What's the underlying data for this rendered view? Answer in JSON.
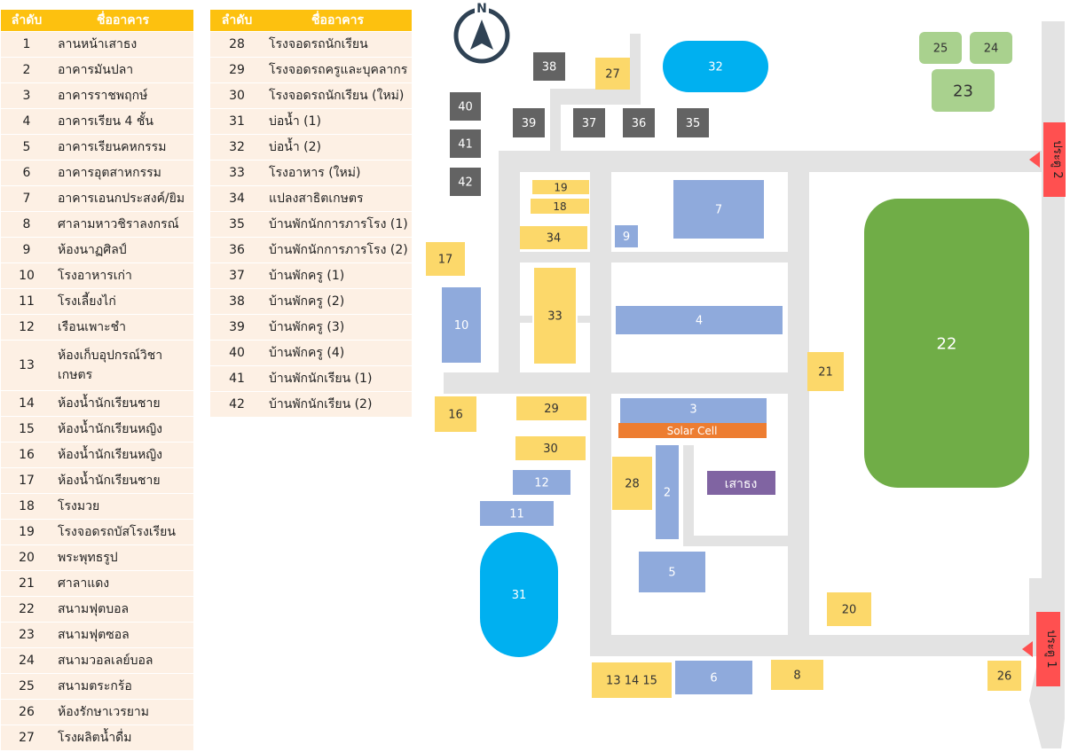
{
  "legend": {
    "headers": {
      "no": "ลำดับ",
      "name": "ชื่ออาคาร"
    },
    "rows": [
      {
        "no": "1",
        "name": "ลานหน้าเสาธง"
      },
      {
        "no": "2",
        "name": "อาคารมันปลา"
      },
      {
        "no": "3",
        "name": "อาคารราชพฤกษ์"
      },
      {
        "no": "4",
        "name": "อาคารเรียน 4 ชั้น"
      },
      {
        "no": "5",
        "name": "อาคารเรียนคหกรรม"
      },
      {
        "no": "6",
        "name": "อาคารอุตสาหกรรม"
      },
      {
        "no": "7",
        "name": "อาคารเอนกประสงค์/ยิม"
      },
      {
        "no": "8",
        "name": "ศาลามหาวชิราลงกรณ์"
      },
      {
        "no": "9",
        "name": "ห้องนาฏศิลป์"
      },
      {
        "no": "10",
        "name": "โรงอาหารเก่า"
      },
      {
        "no": "11",
        "name": "โรงเลี้ยงไก่"
      },
      {
        "no": "12",
        "name": "เรือนเพาะชำ"
      },
      {
        "no": "13",
        "name": "ห้องเก็บอุปกรณ์วิชาเกษตร"
      },
      {
        "no": "14",
        "name": "ห้องน้ำนักเรียนชาย"
      },
      {
        "no": "15",
        "name": "ห้องน้ำนักเรียนหญิง"
      },
      {
        "no": "16",
        "name": "ห้องน้ำนักเรียนหญิง"
      },
      {
        "no": "17",
        "name": "ห้องน้ำนักเรียนชาย"
      },
      {
        "no": "18",
        "name": "โรงมวย"
      },
      {
        "no": "19",
        "name": "โรงจอดรถบัสโรงเรียน"
      },
      {
        "no": "20",
        "name": "พระพุทธรูป"
      },
      {
        "no": "21",
        "name": "ศาลาแดง"
      },
      {
        "no": "22",
        "name": "สนามฟุตบอล"
      },
      {
        "no": "23",
        "name": "สนามฟุตซอล"
      },
      {
        "no": "24",
        "name": "สนามวอลเลย์บอล"
      },
      {
        "no": "25",
        "name": "สนามตระกร้อ"
      },
      {
        "no": "26",
        "name": "ห้องรักษาเวรยาม"
      },
      {
        "no": "27",
        "name": "โรงผลิตน้ำดื่ม"
      },
      {
        "no": "28",
        "name": "โรงจอดรถนักเรียน"
      },
      {
        "no": "29",
        "name": "โรงจอดรถครูและบุคลากร"
      },
      {
        "no": "30",
        "name": "โรงจอดรถนักเรียน (ใหม่)"
      },
      {
        "no": "31",
        "name": "บ่อน้ำ (1)"
      },
      {
        "no": "32",
        "name": "บ่อน้ำ (2)"
      },
      {
        "no": "33",
        "name": "โรงอาหาร (ใหม่)"
      },
      {
        "no": "34",
        "name": "แปลงสาธิตเกษตร"
      },
      {
        "no": "35",
        "name": "บ้านพักนักการภารโรง (1)"
      },
      {
        "no": "36",
        "name": "บ้านพักนักการภารโรง (2)"
      },
      {
        "no": "37",
        "name": "บ้านพักครู (1)"
      },
      {
        "no": "38",
        "name": "บ้านพักครู (2)"
      },
      {
        "no": "39",
        "name": "บ้านพักครู (3)"
      },
      {
        "no": "40",
        "name": "บ้านพักครู (4)"
      },
      {
        "no": "41",
        "name": "บ้านพักนักเรียน (1)"
      },
      {
        "no": "42",
        "name": "บ้านพักนักเรียน (2)"
      }
    ]
  },
  "map": {
    "compass_letter": "N",
    "gate1_label": "ประตู 1",
    "gate2_label": "ประตู 2",
    "solar_label": "Solar Cell",
    "flagpole_label": "เสาธง",
    "building_labels": {
      "b2": "2",
      "b3": "3",
      "b4": "4",
      "b5": "5",
      "b6": "6",
      "b7": "7",
      "b8": "8",
      "b9": "9",
      "b10": "10",
      "b11": "11",
      "b12": "12",
      "b13_15": "13  14  15",
      "b16": "16",
      "b17": "17",
      "b18": "18",
      "b19": "19",
      "b20": "20",
      "b21": "21",
      "b22": "22",
      "b23": "23",
      "b24": "24",
      "b25": "25",
      "b26": "26",
      "b27": "27",
      "b28": "28",
      "b29": "29",
      "b30": "30",
      "b31": "31",
      "b32": "32",
      "b33": "33",
      "b34": "34",
      "b35": "35",
      "b36": "36",
      "b37": "37",
      "b38": "38",
      "b39": "39",
      "b40": "40",
      "b41": "41",
      "b42": "42"
    },
    "colors": {
      "road": "#e3e3e3",
      "yellow": "#fcd86a",
      "blue": "#8faadc",
      "grey": "#636363",
      "cyan": "#00b0f0",
      "green_dark": "#70ad47",
      "green_light": "#a9d18e",
      "purple": "#8064a2",
      "orange": "#ed7d31",
      "red_gate": "#ff5050",
      "compass": "#2f4254",
      "header": "#fdc10f",
      "row_bg": "#fdf0e4"
    }
  }
}
